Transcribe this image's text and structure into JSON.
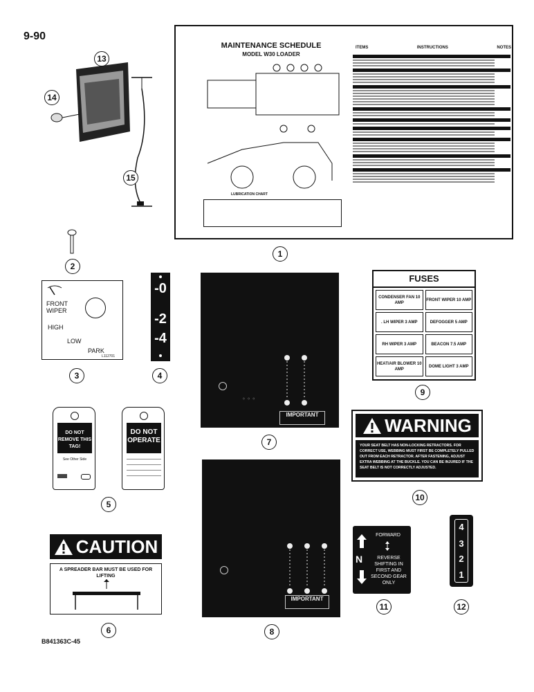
{
  "page_number": "9-90",
  "figure_code": "B841363C-45",
  "callouts": [
    "1",
    "2",
    "3",
    "4",
    "5",
    "6",
    "7",
    "8",
    "9",
    "10",
    "11",
    "12",
    "13",
    "14",
    "15"
  ],
  "schedule": {
    "title": "MAINTENANCE SCHEDULE",
    "subtitle": "MODEL W30 LOADER",
    "columns": [
      "ITEMS",
      "INSTRUCTIONS",
      "NOTES"
    ],
    "lubrication_title": "LUBRICATION CHART"
  },
  "wiper_decal": {
    "label_front_wiper": "FRONT WIPER",
    "label_high": "HIGH",
    "label_low": "LOW",
    "label_park": "PARK",
    "part_no": "L112701"
  },
  "level_decal": {
    "marks": [
      "-0",
      "-2",
      "-4"
    ]
  },
  "important_label": "IMPORTANT",
  "fuses": {
    "title": "FUSES",
    "cells": [
      "CONDENSER FAN 10 AMP",
      "FRONT WIPER 10 AMP",
      ". LH WIPER 3 AMP",
      "DEFOGGER 5 AMP",
      "RH WIPER 3 AMP",
      "BEACON 7.5 AMP",
      "HEAT/AIR BLOWER 10 AMP",
      "DOME LIGHT 3 AMP"
    ]
  },
  "tags": {
    "left_text": "DO NOT REMOVE THIS TAG!",
    "left_footer": "See Other Side",
    "right_text": "DO NOT OPERATE"
  },
  "warning": {
    "title": "WARNING",
    "body": "YOUR SEAT BELT HAS NON-LOCKING RETRACTORS. FOR CORRECT USE, WEBBING MUST FIRST BE COMPLETELY PULLED OUT FROM EACH RETRACTOR. AFTER FASTENING, ADJUST EXTRA WEBBING AT THE BUCKLE. YOU CAN BE INJURED IF THE SEAT BELT IS NOT CORRECTLY ADJUSTED."
  },
  "caution": {
    "title": "CAUTION",
    "body": "A SPREADER BAR MUST BE USED FOR LIFTING"
  },
  "shift_decal": {
    "forward": "FORWARD",
    "neutral": "N",
    "reverse_text": "REVERSE SHIFTING IN FIRST AND SECOND GEAR ONLY"
  },
  "gear_decal": {
    "gears": [
      "4",
      "3",
      "2",
      "1"
    ]
  }
}
